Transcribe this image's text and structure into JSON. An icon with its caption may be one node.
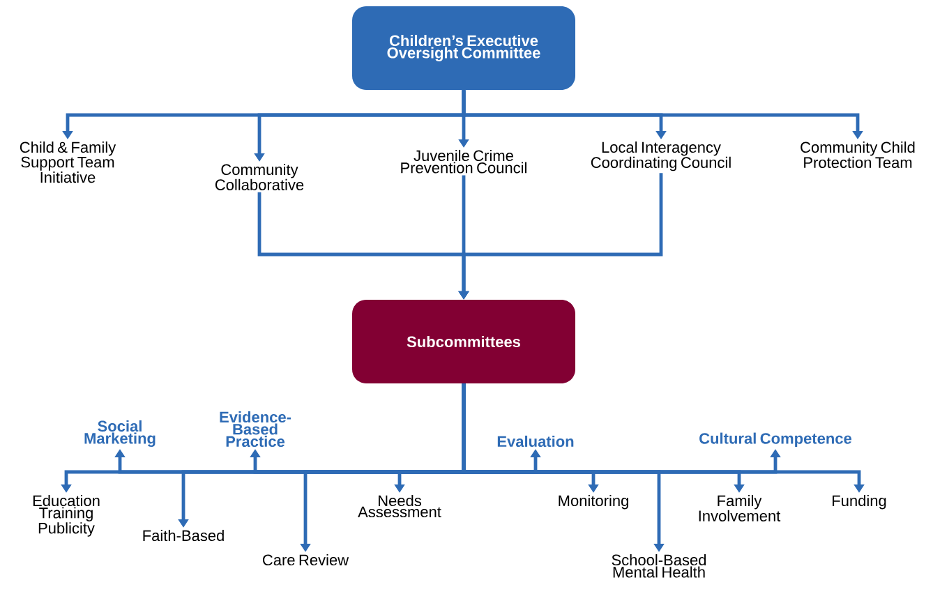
{
  "diagram": {
    "nodes": [
      {
        "text": [
          "Children’s Executive Oversight Committee"
        ]
      },
      {
        "text": [
          "Child & Family Support Team Initiative"
        ]
      },
      {
        "text": [
          "Community Collaborative"
        ]
      },
      {
        "text": [
          "Juvenile Crime Prevention Council"
        ]
      },
      {
        "text": [
          "Local Interagency Coordinating Council"
        ]
      },
      {
        "text": [
          "Community Child Protection Team"
        ]
      },
      {
        "text": [
          "Subcommittees"
        ]
      },
      {
        "text": [
          "Social Marketing"
        ]
      },
      {
        "text": [
          "Evidence-Based Practice"
        ]
      },
      {
        "text": [
          "Evaluation"
        ]
      },
      {
        "text": [
          "Cultural Competence"
        ]
      },
      {
        "text": [
          "Education Training Publicity"
        ]
      },
      {
        "text": [
          "Faith-Based"
        ]
      },
      {
        "text": [
          "Care Review"
        ]
      },
      {
        "text": [
          "Needs Assessment"
        ]
      },
      {
        "text": [
          "Monitoring"
        ]
      },
      {
        "text": [
          "School-Based Mental Health"
        ]
      },
      {
        "text": [
          "Family Involvement"
        ]
      },
      {
        "text": [
          "Funding"
        ]
      }
    ],
    "edges": [
      {
        "from": 0,
        "to": 1,
        "arrow": "to"
      },
      {
        "from": 0,
        "to": 2,
        "arrow": "to"
      },
      {
        "from": 0,
        "to": 3,
        "arrow": "to"
      },
      {
        "from": 0,
        "to": 4,
        "arrow": "to"
      },
      {
        "from": 0,
        "to": 5,
        "arrow": "to"
      },
      {
        "from": 2,
        "to": 6,
        "arrow": "to"
      },
      {
        "from": 3,
        "to": 6,
        "arrow": "to"
      },
      {
        "from": 4,
        "to": 6,
        "arrow": "to"
      },
      {
        "from": 6,
        "to": 7,
        "arrow": "to"
      },
      {
        "from": 6,
        "to": 8,
        "arrow": "to"
      },
      {
        "from": 6,
        "to": 9,
        "arrow": "to"
      },
      {
        "from": 6,
        "to": 10,
        "arrow": "to"
      },
      {
        "from": 6,
        "to": 11,
        "arrow": "to"
      },
      {
        "from": 6,
        "to": 12,
        "arrow": "to"
      },
      {
        "from": 6,
        "to": 13,
        "arrow": "to"
      },
      {
        "from": 6,
        "to": 14,
        "arrow": "to"
      },
      {
        "from": 6,
        "to": 15,
        "arrow": "to"
      },
      {
        "from": 6,
        "to": 16,
        "arrow": "to"
      },
      {
        "from": 6,
        "to": 17,
        "arrow": "to"
      },
      {
        "from": 6,
        "to": 18,
        "arrow": "to"
      }
    ]
  }
}
